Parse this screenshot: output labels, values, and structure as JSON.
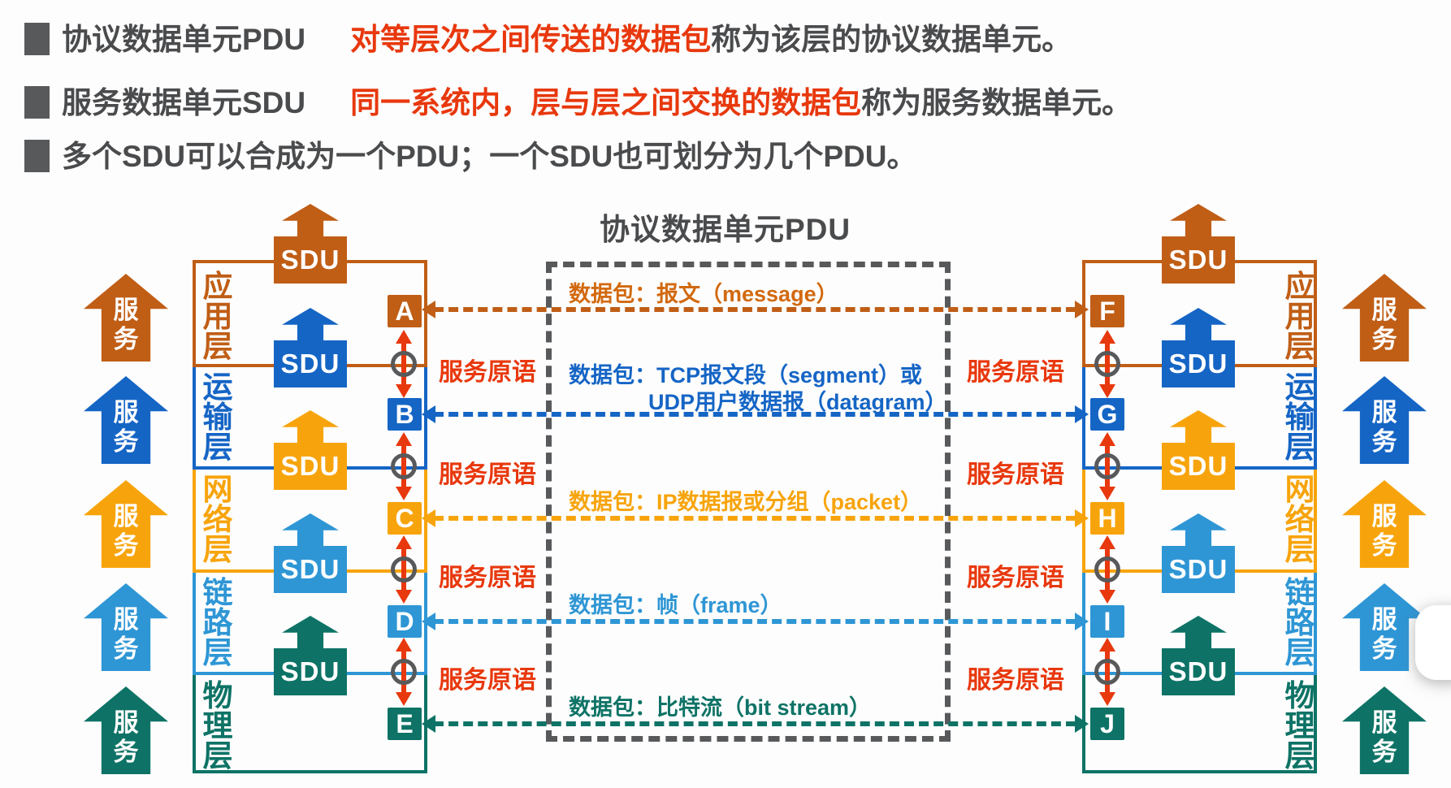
{
  "header": {
    "bullets": [
      {
        "term": "协议数据单元PDU",
        "highlight": "对等层次之间传送的数据包",
        "rest": "称为该层的协议数据单元。"
      },
      {
        "term": "服务数据单元SDU",
        "highlight": "同一系统内，层与层之间交换的数据包",
        "rest": "称为服务数据单元。"
      },
      {
        "term": "多个SDU可以合成为一个PDU；一个SDU也可划分为几个PDU。",
        "highlight": "",
        "rest": ""
      }
    ]
  },
  "diagram": {
    "title": "协议数据单元PDU",
    "sdu_label": "SDU",
    "service_label": "服务",
    "service_primitive_label": "服务原语",
    "colors": {
      "application": "#C05E16",
      "transport": "#1565C5",
      "network": "#F7A40C",
      "link": "#2E96D5",
      "physical": "#0E7366",
      "primitive_red": "#E8380D",
      "frame_gray": "#58595B"
    },
    "layers": [
      {
        "name": "应用层",
        "letter_left": "A",
        "letter_right": "F",
        "pdu_text": "数据包：报文（message）",
        "pdu_text2": ""
      },
      {
        "name": "运输层",
        "letter_left": "B",
        "letter_right": "G",
        "pdu_text": "数据包：TCP报文段（segment）或",
        "pdu_text2": "UDP用户数据报（datagram）"
      },
      {
        "name": "网络层",
        "letter_left": "C",
        "letter_right": "H",
        "pdu_text": "数据包：IP数据报或分组（packet）",
        "pdu_text2": ""
      },
      {
        "name": "链路层",
        "letter_left": "D",
        "letter_right": "I",
        "pdu_text": "数据包：帧（frame）",
        "pdu_text2": ""
      },
      {
        "name": "物理层",
        "letter_left": "E",
        "letter_right": "J",
        "pdu_text": "数据包：比特流（bit stream）",
        "pdu_text2": ""
      }
    ]
  }
}
